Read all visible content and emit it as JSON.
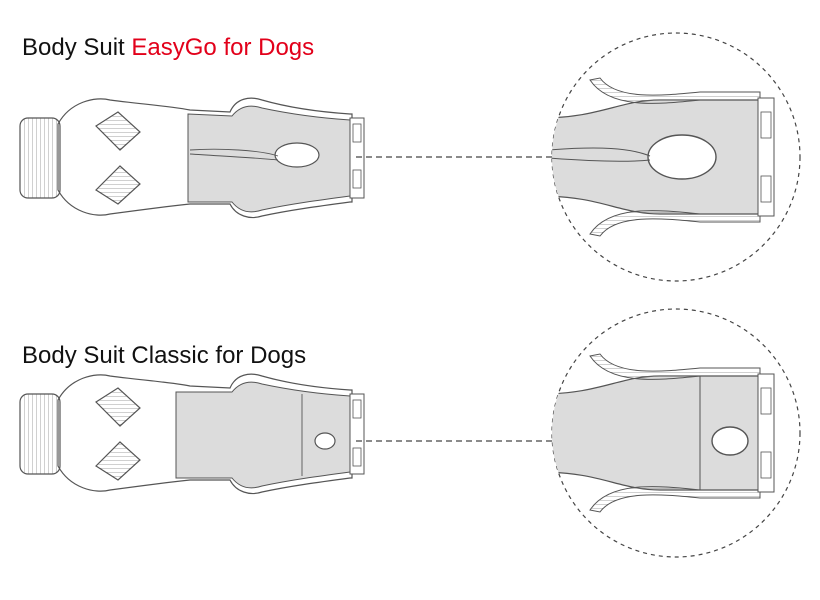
{
  "sections": [
    {
      "title_prefix": "Body Suit",
      "title_accent": "EasyGo for Dogs",
      "accent_color": "#e2001a"
    },
    {
      "title_prefix": "Body Suit",
      "title_accent": "Classic for Dogs",
      "accent_color": "#111111"
    }
  ],
  "colors": {
    "panel_fill": "#dcdcdc",
    "outline": "#555555",
    "dash": "#444444"
  }
}
